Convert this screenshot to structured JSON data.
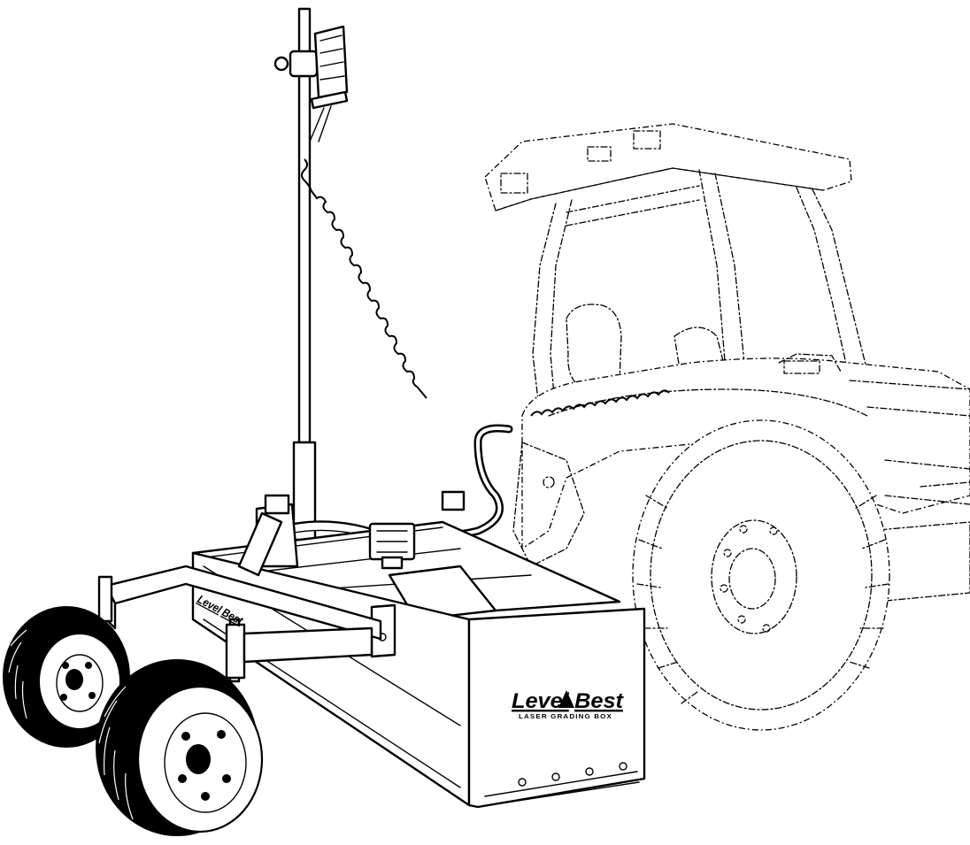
{
  "brand": {
    "logo_left": "Level",
    "logo_right": "Best",
    "subtitle": "LASER GRADING BOX",
    "small_logo_left": "Level",
    "small_logo_right": "Best"
  },
  "colors": {
    "ink": "#000000",
    "paper": "#ffffff"
  }
}
